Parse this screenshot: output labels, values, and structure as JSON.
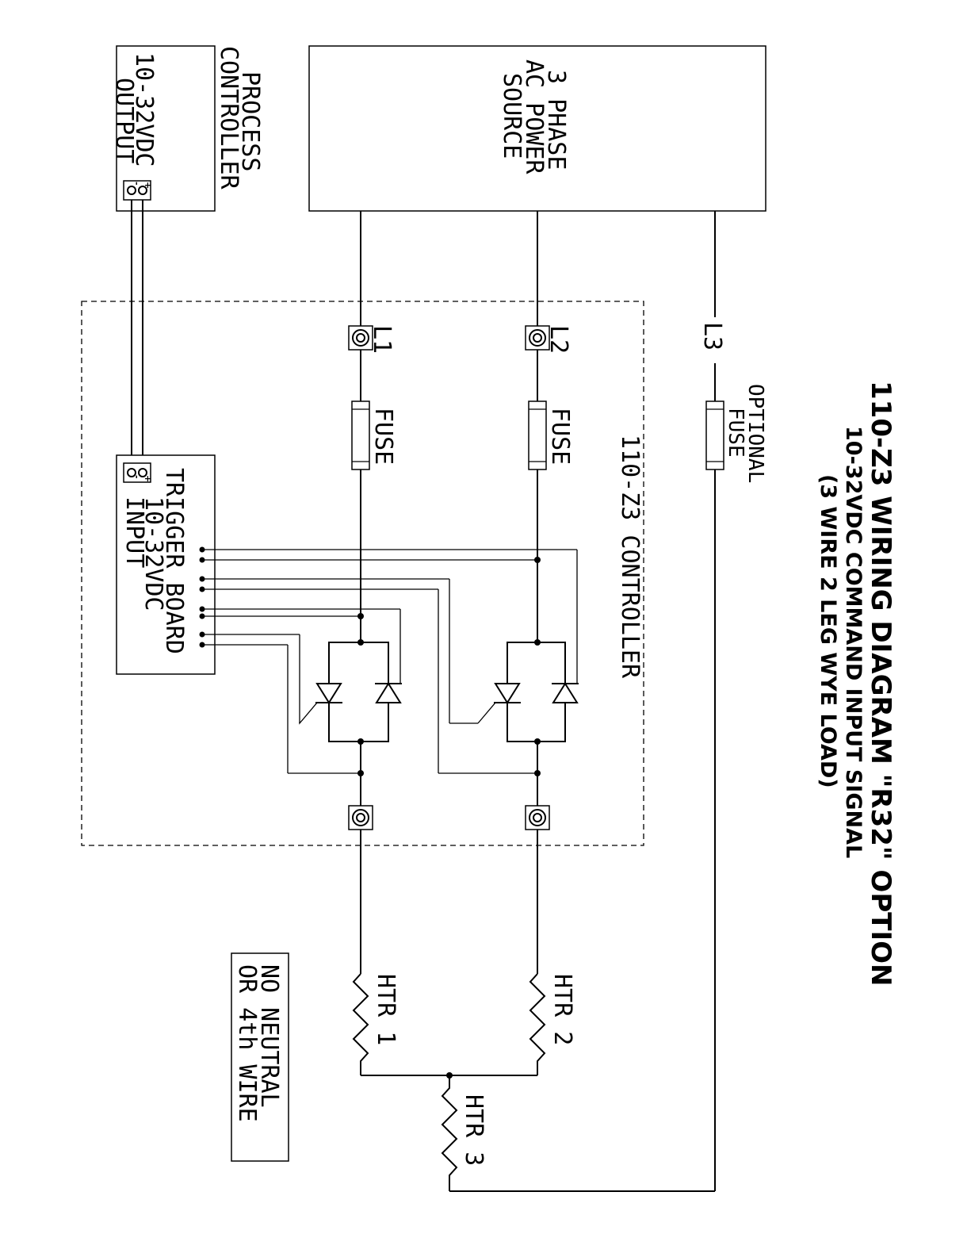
{
  "title": {
    "line1": "110-Z3 WIRING DIAGRAM \"R32\" OPTION",
    "line2": "10-32VDC COMMAND INPUT SIGNAL",
    "line3": "(3 WIRE 2 LEG WYE LOAD)"
  },
  "process_controller": {
    "line1": "PROCESS",
    "line2": "CONTROLLER",
    "line3": "10-32VDC",
    "line4": "OUTPUT",
    "plus": "+",
    "minus": "-"
  },
  "power_source": {
    "line1": "3 PHASE",
    "line2": "AC POWER",
    "line3": "SOURCE"
  },
  "controller_label": "110-Z3 CONTROLLER",
  "trigger_board": {
    "line1": "TRIGGER BOARD",
    "line2": "10-32VDC",
    "line3": "INPUT",
    "plus": "+",
    "minus": "-"
  },
  "lines": {
    "l1": "L1",
    "l2": "L2",
    "l3": "L3"
  },
  "fuses": {
    "fuse1": "FUSE",
    "fuse2": "FUSE",
    "optional_line1": "OPTIONAL",
    "optional_line2": "FUSE"
  },
  "heaters": {
    "htr1": "HTR 1",
    "htr2": "HTR 2",
    "htr3": "HTR 3"
  },
  "note": {
    "line1": "NO NEUTRAL",
    "line2": "OR 4th WIRE"
  }
}
